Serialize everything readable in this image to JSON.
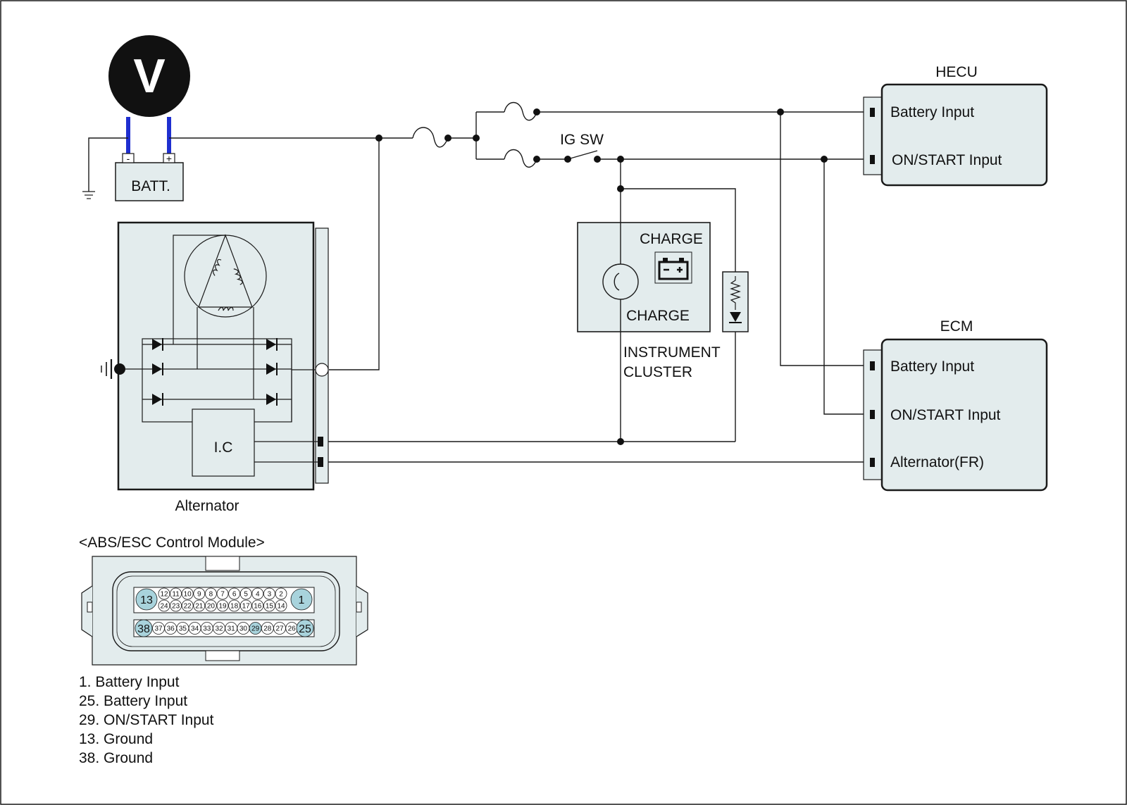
{
  "voltmeter": {
    "symbol": "V"
  },
  "battery": {
    "label": "BATT.",
    "minus": "-",
    "plus": "+"
  },
  "ig_switch": {
    "label": "IG SW"
  },
  "hecu": {
    "title": "HECU",
    "pins": [
      "Battery Input",
      "ON/START Input"
    ]
  },
  "ecm": {
    "title": "ECM",
    "pins": [
      "Battery Input",
      "ON/START Input",
      "Alternator(FR)"
    ]
  },
  "cluster": {
    "lamp_top_label": "CHARGE",
    "lamp_bottom_label": "CHARGE",
    "name_line1": "INSTRUMENT",
    "name_line2": "CLUSTER"
  },
  "alternator": {
    "label": "Alternator",
    "ic_label": "I.C"
  },
  "connector": {
    "title": "<ABS/ESC Control Module>",
    "row1_pins": [
      "13",
      "12",
      "11",
      "10",
      "9",
      "8",
      "7",
      "6",
      "5",
      "4",
      "3",
      "2",
      "1"
    ],
    "row2_pins": [
      "24",
      "23",
      "22",
      "21",
      "20",
      "19",
      "18",
      "17",
      "16",
      "15",
      "14"
    ],
    "row3_pins": [
      "38",
      "37",
      "36",
      "35",
      "34",
      "33",
      "32",
      "31",
      "30",
      "29",
      "28",
      "27",
      "26",
      "25"
    ],
    "highlight_color": "#a8d3dc"
  },
  "pin_list": [
    "1. Battery Input",
    "25. Battery Input",
    "29. ON/START Input",
    "13. Ground",
    "38. Ground"
  ]
}
